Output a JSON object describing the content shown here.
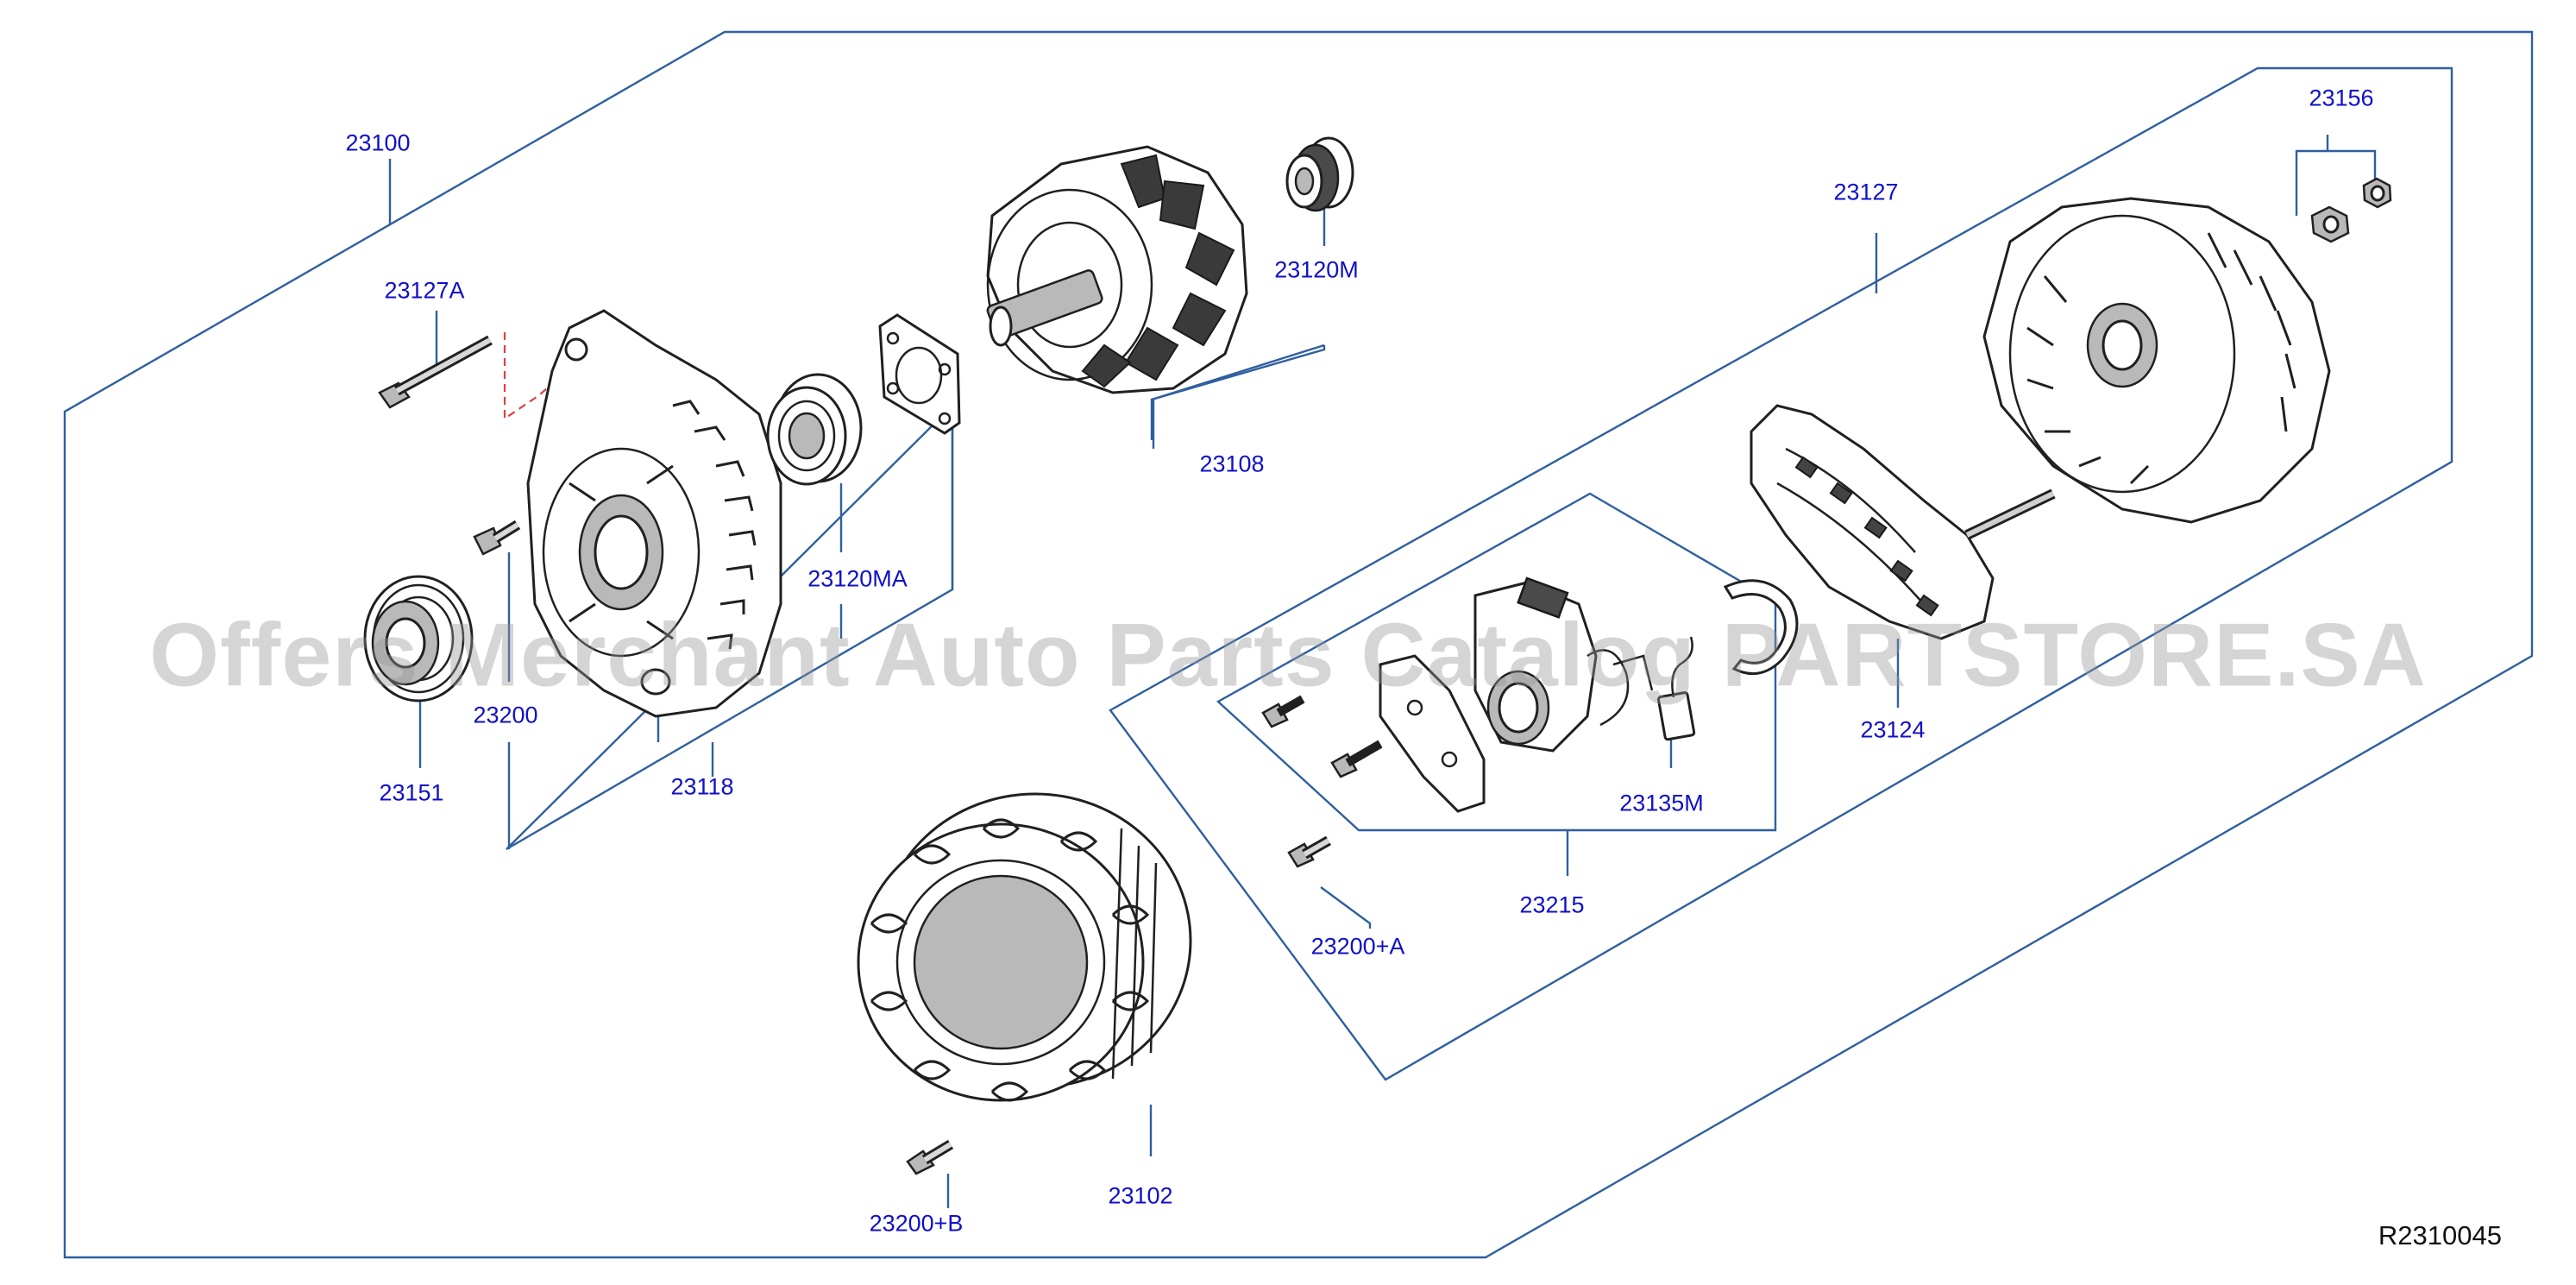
{
  "watermark": "Offers Merchant Auto Parts Catalog PARTSTORE.SA",
  "diagram_ref": "R2310045",
  "colors": {
    "label": "#1010c8",
    "frame_line": "#2f5f9f",
    "part_outline": "#202020",
    "dashed_leader": "#e04040"
  },
  "parts": [
    {
      "id": "23100",
      "label": "23100"
    },
    {
      "id": "23127A",
      "label": "23127A"
    },
    {
      "id": "23200",
      "label": "23200"
    },
    {
      "id": "23151",
      "label": "23151"
    },
    {
      "id": "23118",
      "label": "23118"
    },
    {
      "id": "23120MA",
      "label": "23120MA"
    },
    {
      "id": "23120M",
      "label": "23120M"
    },
    {
      "id": "23108",
      "label": "23108"
    },
    {
      "id": "23127",
      "label": "23127"
    },
    {
      "id": "23156",
      "label": "23156"
    },
    {
      "id": "23124",
      "label": "23124"
    },
    {
      "id": "23135M",
      "label": "23135M"
    },
    {
      "id": "23215",
      "label": "23215"
    },
    {
      "id": "23200A",
      "label": "23200+A"
    },
    {
      "id": "23102",
      "label": "23102"
    },
    {
      "id": "23200B",
      "label": "23200+B"
    }
  ]
}
